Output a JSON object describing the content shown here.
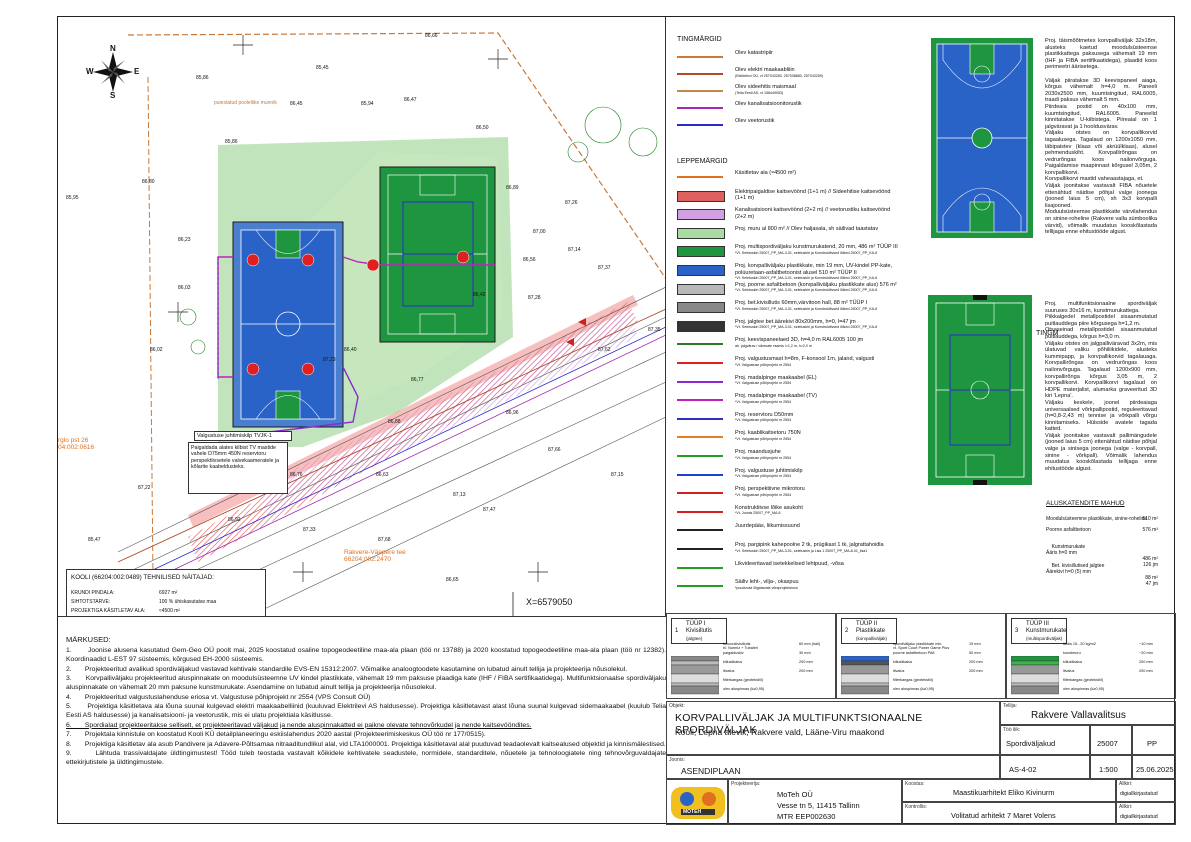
{
  "map": {
    "north": "N",
    "south": "S",
    "west": "W",
    "east": "E",
    "coordinate": "X=6579050",
    "annotation_tv": "Valgustuse juhtimiskilp TVJK-1",
    "annotation_note": "Paigaldada alates kilbist TV mastide vahele D75mm 450N reservtoru perspektiivsetele valvekaameratele ja kõlarite kaabeldusteks.",
    "parcel_left": "rglo pst 26\n04:002:0616",
    "parcel_bottom": "Rakvere-Väepere tee\n66204:002:2470",
    "road_label": "puiestatud pooleliike munnik",
    "elevations": [
      "86,66",
      "85,45",
      "85,86",
      "86,45",
      "85,94",
      "85,86",
      "86,47",
      "87,26",
      "86,50",
      "86,89",
      "86,80",
      "87,00",
      "87,14",
      "87,37",
      "87,28",
      "86,03",
      "85,95",
      "86,23",
      "86,02",
      "86,42",
      "87,35",
      "87,62",
      "86,77",
      "86,96",
      "87,13",
      "86,63",
      "87,47",
      "87,66",
      "87,68",
      "86,65",
      "87,15",
      "87,33",
      "86,76",
      "86,88",
      "87,22",
      "85,47",
      "86,92",
      "87,23",
      "86,40",
      "86,56"
    ]
  },
  "site_info": {
    "title": "KOOLI (66204:002:0489) TEHNILISED NÄITAJAD:",
    "rows": [
      {
        "label": "KRUNDI PINDALA:",
        "value": "6927 m²"
      },
      {
        "label": "SIHTOTSTARVE:",
        "value": "100 % ühiskasutatav maa"
      },
      {
        "label": "PROJEKTIGA KÄSITLETAV ALA:",
        "value": "≈4500 m²"
      }
    ]
  },
  "legend": {
    "tingmargid_title": "TINGMÄRGID",
    "leppemargid_title": "LEPPEMÄRGID",
    "tingmargid": [
      {
        "text": "Olev katastripiir",
        "color": "#c8793a"
      },
      {
        "text": "Olev elektri maakaabliiin",
        "sub": "(Elektrilevi OÜ, vt 257043283, 257038680, 257043259)",
        "color": "#b14a2a"
      },
      {
        "text": "Olev sideehitis maismaal",
        "sub": "(Telia Eesti AS, vt 158449053)",
        "color": "#c08a45"
      },
      {
        "text": "Olev kanalisatsioonitorustik",
        "color": "#a02ab0"
      },
      {
        "text": "Olev veetorustik",
        "color": "#2a2ad0"
      }
    ],
    "leppemargid": [
      {
        "text": "Käsitletav ala (≈4500 m²)",
        "color": "#e07020"
      },
      {
        "text": "Elektripaigaldise kaitsevöönd (1+1 m) // Sideehitise kaitsevöönd (1+1 m)",
        "color": "#e06060"
      },
      {
        "text": "Kanalisatsiooni kaitsevöönd (2+2 m) // veetorustiku kaitsevöönd (2+2 m)",
        "color": "#d0a0e0"
      },
      {
        "text": "Proj. muru al 800 m² // Olev haljasala, sh säilivad taastatav",
        "color": "#a8dca0"
      },
      {
        "text": "Proj. multispordiväljaku kunstmurukatend, 20 mm, 486 m² TÜÜP III",
        "sub": "*Vt. Seletuskiri 25007_PP_MA-3-01, seletuskiri ja Konstruktiivsed lõiked 25007_PP_KA-6",
        "color": "#1e9640"
      },
      {
        "text": "Proj. korvpalliväljaku plastikkate, min 19 mm, UV-kindel PP-kate, polüuretaan-asfaltbetoonist alusel 510 m² TÜÜP II",
        "sub": "*Vt. Seletuskiri 25007_PP_MA-3-01, seletuskiri ja Konstruktiivsed lõiked 25007_PP_KA-6",
        "color": "#2a63c8"
      },
      {
        "text": "Proj. poorne asfaltbetoon (korvpalliväljaku plastikkate alus) 576 m²",
        "sub": "*Vt. Seletuskiri 25007_PP_MA-3-01, seletuskiri ja Konstruktiivsed lõiked 25007_PP_KA-6",
        "color": "#b8b8b8"
      },
      {
        "text": "Proj. bet.kivisillutis 60mm,värvitoon hall, 88 m² TÜÜP I",
        "sub": "*Vt. Seletuskiri 25007_PP_MA-3-01, seletuskiri ja Konstruktiivsed lõiked 25007_PP_KA-6",
        "color": "#888888"
      },
      {
        "text": "Proj. jalgtee bet.äärekivi 80x200mm, h=0, l=47 jm",
        "sub": "*Vt. Seletuskiri 25007_PP_MA-3-01, seletuskiri ja Konstruktiivsed lõiked 25007_PP_KA-6",
        "color": "#333333"
      },
      {
        "text": "Proj. keevispaneelaed 3D, h=4,0 m RAL6005 100 jm",
        "sub": "ah. jalgvärav / väravate raamis l=1,2 m, h=2,0 m",
        "color": "#2a7a2a"
      },
      {
        "text": "Proj. valgustusmast h=8m, F-konsool 1m, jaland, valgusti",
        "sub": "*Vt. Valgustuse põhiprojekt nr 2554",
        "color": "#e02020"
      },
      {
        "text": "Proj. madalpinge maakaabel (EL)",
        "sub": "*Vt. Valgustuse põhiprojekt nr 2554",
        "color": "#8a2ad0"
      },
      {
        "text": "Proj. madalpinge maakaabel (TV)",
        "sub": "*Vt. Valgustuse põhiprojekt nr 2554",
        "color": "#c020c0"
      },
      {
        "text": "Proj. reservtoru D50mm",
        "sub": "*Vt. Valgustuse põhiprojekt nr 2554",
        "color": "#3030c0"
      },
      {
        "text": "Proj. kaablikaitsetoru 750N",
        "sub": "*Vt. Valgustuse põhiprojekt nr 2554",
        "color": "#e08020"
      },
      {
        "text": "Proj. maandusjuhe",
        "sub": "*Vt. Valgustuse põhiprojekt nr 2554",
        "color": "#20a020"
      },
      {
        "text": "Proj. valgustuse juhtimiskilp",
        "sub": "*Vt. Valgustuse põhiprojekt nr 2554",
        "color": "#2040d0"
      },
      {
        "text": "Proj. perspektiivne mikrotoru",
        "sub": "*Vt. Valgustuse põhiprojekt nr 2554",
        "color": "#d02020"
      },
      {
        "text": "Konstruktiivse lõike asukoht",
        "sub": "*Vt. Joonis 25007_PP_MA-6",
        "color": "#d02020"
      },
      {
        "text": "Juurdepääs, liikumissuund",
        "color": "#222222"
      },
      {
        "text": "Proj. pargipink kahepoolne 2 tk, prügikast 1 tk, jalgrattahoidla",
        "sub": "*Vt. Seletuskiri 25007_PP_MA-3-01, seletuskiri ja Lisa 1 25007_PP_MA-8-01_lisa1",
        "color": "#222222"
      },
      {
        "text": "Likvideeritavad isetekkelised lehtpuud, -võsa",
        "color": "#20a020"
      },
      {
        "text": "Säiliv leht-, vilja-, okaspuu",
        "sub": "*puuduvad lõigatavate võraprojektsioon",
        "color": "#20a020"
      }
    ]
  },
  "court_descriptions": {
    "basketball": "Proj. täismõõtmetes korvpalliväljak 32x18m, alusteks kaetud moodulsüsteemse plastikkattega paksusega vähemalt 19 mm (IHF ja FIBA sertifikaatidega), plaadid koos perimeetri äärisetega.\n\nVäljak piiratakse 3D keevispaneel aiaga, kõrgus vähemalt h=4,0 m. Paneeli 2030x2500 mm, kuumtsingitud, RAL6005, traadi paksus vähemalt 5 mm.\nPiirdeaia postid on 40x100 mm, kuumtsingitud, RAL6005. Paneelid kinnitatakse U-kiibistega. Piireaial on 1 jalgväravat ja 1 hooldusvärav.\nVäljaku otstes on korvpallikorvid tagaalusega. Tagalaud on 1200x1050 mm, läbipaistev (klaas või akrüülklaas), alusel pehmenduskiht. Korvpallirõngas on vedrurõngas koos nailonvõrguga. Paigaldamise maapinnast kõrgusel 3,05m, 2 korvpallikorvi.\nKorvpallikorvi mastid vaheaastajaga, et.\nVäljak joonitakse vastavalt FIBA nõuetele ettenähtud näidise põhjal valge joonega (jooned laius 5 cm), sh 3x3 korvpalli lisajooned.\nModuulsüsteemse plastikkatte värvilahendus on sinine-roheline (Rakvere valla sümboolika värvid), võimalik muudatus kooskõlastada tellijaga enne ehitustööde algust.",
    "multi": "Proj. multifunktsionaalne spordiväljak suuruses 30x16 m, kunstmurukattega.\nPiikkalgedel metallpostidel sisaanmutatud puitlauddega piire kõrgusega h=1,2 m.\nOtsaseinad metallpostidel sisaanmutatud puitlauddega, kõrgus h=3,0 m.\nVäljaku otstes on jalgpalliväravad 3x2m, mis ülatuvad valiku põhiliikidele, alusteks kummipapp, ja korvpallikorvid tagalauaga. Korvpallirõngas on vedrurõngas koos nailonvõrguga. Tagalaud 1200x900 mm, korvpallirõnga kõrgus 3,05 m, 2 korvpallikorvi. Korvpallikorvi tagalaud on HDPE materjalist, alumarka graveeritud 3D kiri 'Lepna'.\nVäljaku keskele, joonel piirdeaiaga universaalsed võrkpallipostid, reguleeritavad (h=0,8-2,43 m) tennise ja võrkpalli võrgu kinnitamiseks. Hülsside avatele tagada katted.\nVäljak joonitakse vastavalt pallimängudele (jooned laius 5 cm) ettenähtud näidise põhjal valge ja sinisega joonega (valge - korvpall, sinine - võrkpall). Võimalik lahendus muudatus kooskõlastada tellijaga enne ehitustööde algust.",
    "side_tingm": "TINGM"
  },
  "areas": {
    "title": "ALUSKATENDITE MAHUD",
    "rows": [
      {
        "label": "Moodulsüsteemne plastikkate, sinine-roheline",
        "value": "510 m²"
      },
      {
        "label": "Poorne asfaltbetoon",
        "value": "576 m²"
      },
      {
        "label": "Kunstmurukate\nÄäris h=0 mm",
        "value": "486 m²\n126 jm"
      },
      {
        "label": "Bet. kivisillutised jalgtee\nÄärekivi h=0 (5) mm",
        "value": "88 m²\n47 jm"
      }
    ]
  },
  "sections": [
    {
      "num": "1",
      "title": "TÜÜP I\nKivisillutis",
      "sub": "(jalgtee)",
      "layers": [
        {
          "name": "betoonkivisillutis\nhl. Nurmiz + Tubaleri",
          "thick": "60 mm (hall)"
        },
        {
          "name": "paigaldusliiv",
          "thick": "30 mm"
        },
        {
          "name": "killustikalus",
          "thick": "200 mm"
        },
        {
          "name": "liivalus",
          "thick": "200 mm"
        },
        {
          "name": "filterkangas (geotekstiil)",
          "thick": ""
        },
        {
          "name": "olev aluspinnas (k≥0,95)",
          "thick": ""
        }
      ]
    },
    {
      "num": "2",
      "title": "TÜÜP II\nPlastikkate",
      "sub": "(korvpalliväljak)",
      "layers": [
        {
          "name": "spordiväljaku plastikkate min.\nvt. Sport Court Power Game Plus",
          "thick": "19 mm"
        },
        {
          "name": "poorne asfaltbetoon PA8",
          "thick": "50 mm"
        },
        {
          "name": "killustikalus",
          "thick": "200 mm"
        },
        {
          "name": "liivalus",
          "thick": "200 mm"
        },
        {
          "name": "filterkangas (geotekstiil)",
          "thick": ""
        },
        {
          "name": "olev aluspinnas (k≥0,95)",
          "thick": ""
        }
      ]
    },
    {
      "num": "3",
      "title": "TÜÜP III\nKunstmurukate",
      "sub": "(multispordiväljak)",
      "layers": [
        {
          "name": "täidis 15...20 kg/m2",
          "thick": "~10 mm"
        },
        {
          "name": "kunstmuru",
          "thick": "~20 mm"
        },
        {
          "name": "killustikalus",
          "thick": "200 mm"
        },
        {
          "name": "liivalus",
          "thick": "200 mm"
        },
        {
          "name": "filterkangas (geotekstiil)",
          "thick": ""
        },
        {
          "name": "olev aluspinnas (k≥0,95)",
          "thick": ""
        }
      ]
    }
  ],
  "notes": {
    "title": "MÄRKUSED:",
    "items": [
      "1.       Joonise alusena kasutatud Gem-Geo OÜ poolt mai, 2025 koostatud osaline topogeodeetiline maa-ala plaan (töö nr 13788) ja 2020 koostatud topogeodeetiline maa-ala plaan (töö nr 12382). Koordinaadid L-EST 97 süsteemis, kõrgused EH-2000 süsteemis.",
      "2.       Projekteeritud avalikud spordiväljakud vastavad kehtivale standardile EVS-EN 15312:2007. Võimalike analoogtoodete kasutamine on lubatud ainult tellija ja projekteerija nõusolekul.",
      "3.       Korvpalliväljaku projekteeritud aluspinnakate on moodulsüsteemne UV kindel plastikkate, vähemalt 19 mm paksuse plaadiga kate (IHF / FIBA sertifikaatidega). Multifunktsionaalse spordiväljaku aluspinnakate on vähemalt 20 mm paksune kunstmurukate. Asendamine on lubatud ainult tellija ja projekteerija nõusolekul.",
      "4.       Projekteeritud valgustuslahenduse eriosa vt. Valgustuse põhiprojekt nr 2554 (VPS Consult OÜ)",
      "5.       Projektiga käsitletava ala lõuna suunal kulgevad elektri maakaabelliinid (kuuluvad Elektrilevi AS haldusesse). Projektiga käsitletavast alast lõuna suunal kulgevad sidemaakaabel (kuulub Telia Eesti AS haldusesse) ja kanalisatsiooni- ja veetorustik, mis ei ulatu projektiala käsitlusse.",
      "6.       Spordialad projekteeritakse selliselt, et projekteeritavad väljakud ja nende aluspinnakatted ei paikne olevate tehnovõrkudel ja nende kaitsevööndites.",
      "7.       Projektala kinnistule on koostatud Kooli KÜ detailplaneeringu eskiislahendus 2020 aastal (Projekteerimiskeskus OÜ töö nr 177/0515).",
      "8.       Projektiga käsitletav ala asub Pandivere ja Adavere-Põltsamaa nitraaditundlikul alal, vid LTA1000001. Projektiga käsitletaval alal puuduvad teadaolevalt kaitsealused objektid ja kinnismälestised.",
      "9.       Lähtuda trassivaldajate üldtingimustest! Tööd tuleb teostada vastavalt kõikidele kehtivatele seadustele, normidele, standarditele, nõuetele ja tehnoloogiatele ning tehnovõrguvaldajate ettekirjutistele ja üldtingimustele."
    ]
  },
  "title_block": {
    "objekt_label": "Objekt:",
    "title": "KORVPALLIVÄLJAK JA MULTIFUNKTSIONAALNE SPORDIVÄLJAK",
    "subtitle": "Kooli, Lepna alevik, Rakvere vald, Lääne-Viru maakond",
    "tellija_label": "Tellija:",
    "tellija": "Rakvere Vallavalitsus",
    "too_label": "Töö liik:",
    "too": "Spordiväljakud",
    "work_no": "25007",
    "stage": "PP",
    "joonis_label": "Joonis:",
    "joonis": "ASENDIPLAAN",
    "sheet_no": "AS-4-02",
    "scale": "1:500",
    "date": "25.06.2025",
    "projekteerija_label": "Projekteerija:",
    "company": "MoTeh OÜ",
    "address": "Vesse tn 5, 11415 Tallinn",
    "mtr": "MTR EEP002630",
    "koostas_label": "Koostas:",
    "koostas": "Maastikuarhitekt Eliko Kivinurm",
    "kontrollis_label": "Kontrollis:",
    "kontrollis": "Volitatud arhitekt 7 Maret Volens",
    "allkiri_label": "Allkiri:",
    "allkiri": "digiallkirjastatud",
    "allkiri2": "digiallkirjastatud",
    "logo_text": "MOTEH"
  }
}
